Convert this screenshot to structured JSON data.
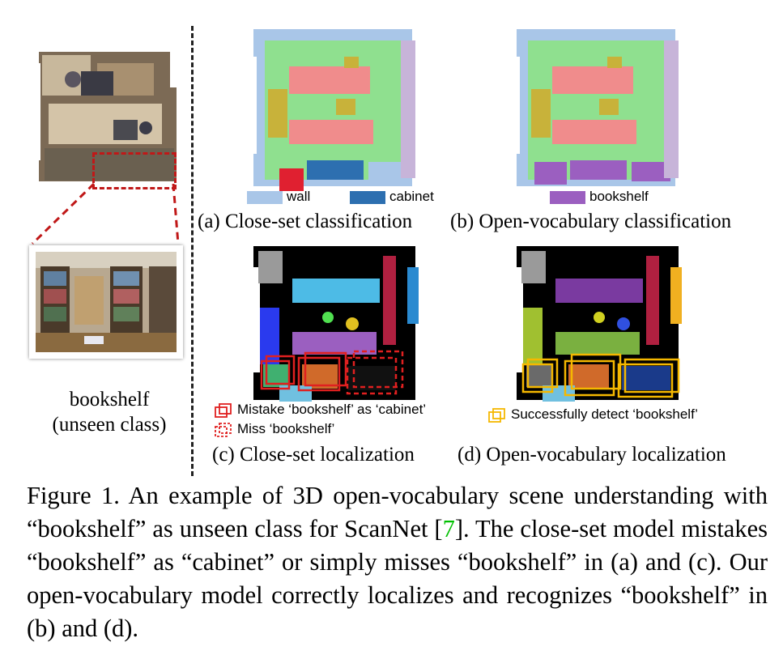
{
  "left_panel": {
    "object_label": "bookshelf",
    "object_note": "(unseen class)"
  },
  "panels": [
    {
      "id": "a",
      "caption": "(a) Close-set classification",
      "legend": [
        {
          "text": "wall",
          "color": "#a9c6e8"
        },
        {
          "text": "cabinet",
          "color": "#2d6fb0"
        }
      ]
    },
    {
      "id": "b",
      "caption": "(b) Open-vocabulary classification",
      "legend": [
        {
          "text": "bookshelf",
          "color": "#9b5fc0"
        }
      ]
    },
    {
      "id": "c",
      "caption": "(c) Close-set localization",
      "legend": [
        {
          "text": "Mistake ‘bookshelf’ as ‘cabinet’",
          "color": "#e02020",
          "style": "solid-box"
        },
        {
          "text": "Miss ‘bookshelf’",
          "color": "#e02020",
          "style": "dashed-box"
        }
      ]
    },
    {
      "id": "d",
      "caption": "(d) Open-vocabulary localization",
      "legend": [
        {
          "text": "Successfully detect ‘bookshelf’",
          "color": "#f5b800",
          "style": "solid-box"
        }
      ]
    }
  ],
  "caption": {
    "prefix": "Figure 1. An example of 3D open-vocabulary scene understanding with “bookshelf” as unseen class for ScanNet [",
    "ref": "7",
    "suffix": "]. The close-set model mistakes “bookshelf” as “cabinet” or simply misses “bookshelf” in (a) and (c). Our open-vocabulary model correctly localizes and recognizes “bookshelf” in (b) and (d)."
  },
  "colors": {
    "floor": "#8fe08f",
    "table": "#f08c8c",
    "chair": "#c8b23a",
    "wall": "#a9c6e8",
    "cabinet": "#2d6fb0",
    "bookshelf": "#9b5fc0",
    "mistake_box": "#e02020",
    "success_box": "#f5b800"
  }
}
